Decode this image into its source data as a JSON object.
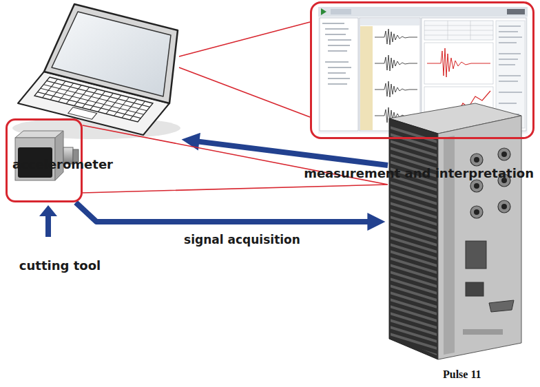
{
  "diagram": {
    "nodes": [
      {
        "text": [
          "accelerometer"
        ]
      },
      {
        "text": [
          "measurement and interpretation"
        ]
      },
      {
        "text": [
          "cutting tool"
        ]
      },
      {
        "text": [
          "Pulse 11"
        ]
      }
    ],
    "edges": [
      {
        "from": 0,
        "to": 1,
        "arrow": "none"
      },
      {
        "from": 3,
        "to": 0,
        "arrow": "to"
      },
      {
        "from": 2,
        "to": 3,
        "label": "signal acquisition",
        "arrow": "to"
      },
      {
        "from": 2,
        "to": 3,
        "arrow": "none"
      }
    ]
  }
}
